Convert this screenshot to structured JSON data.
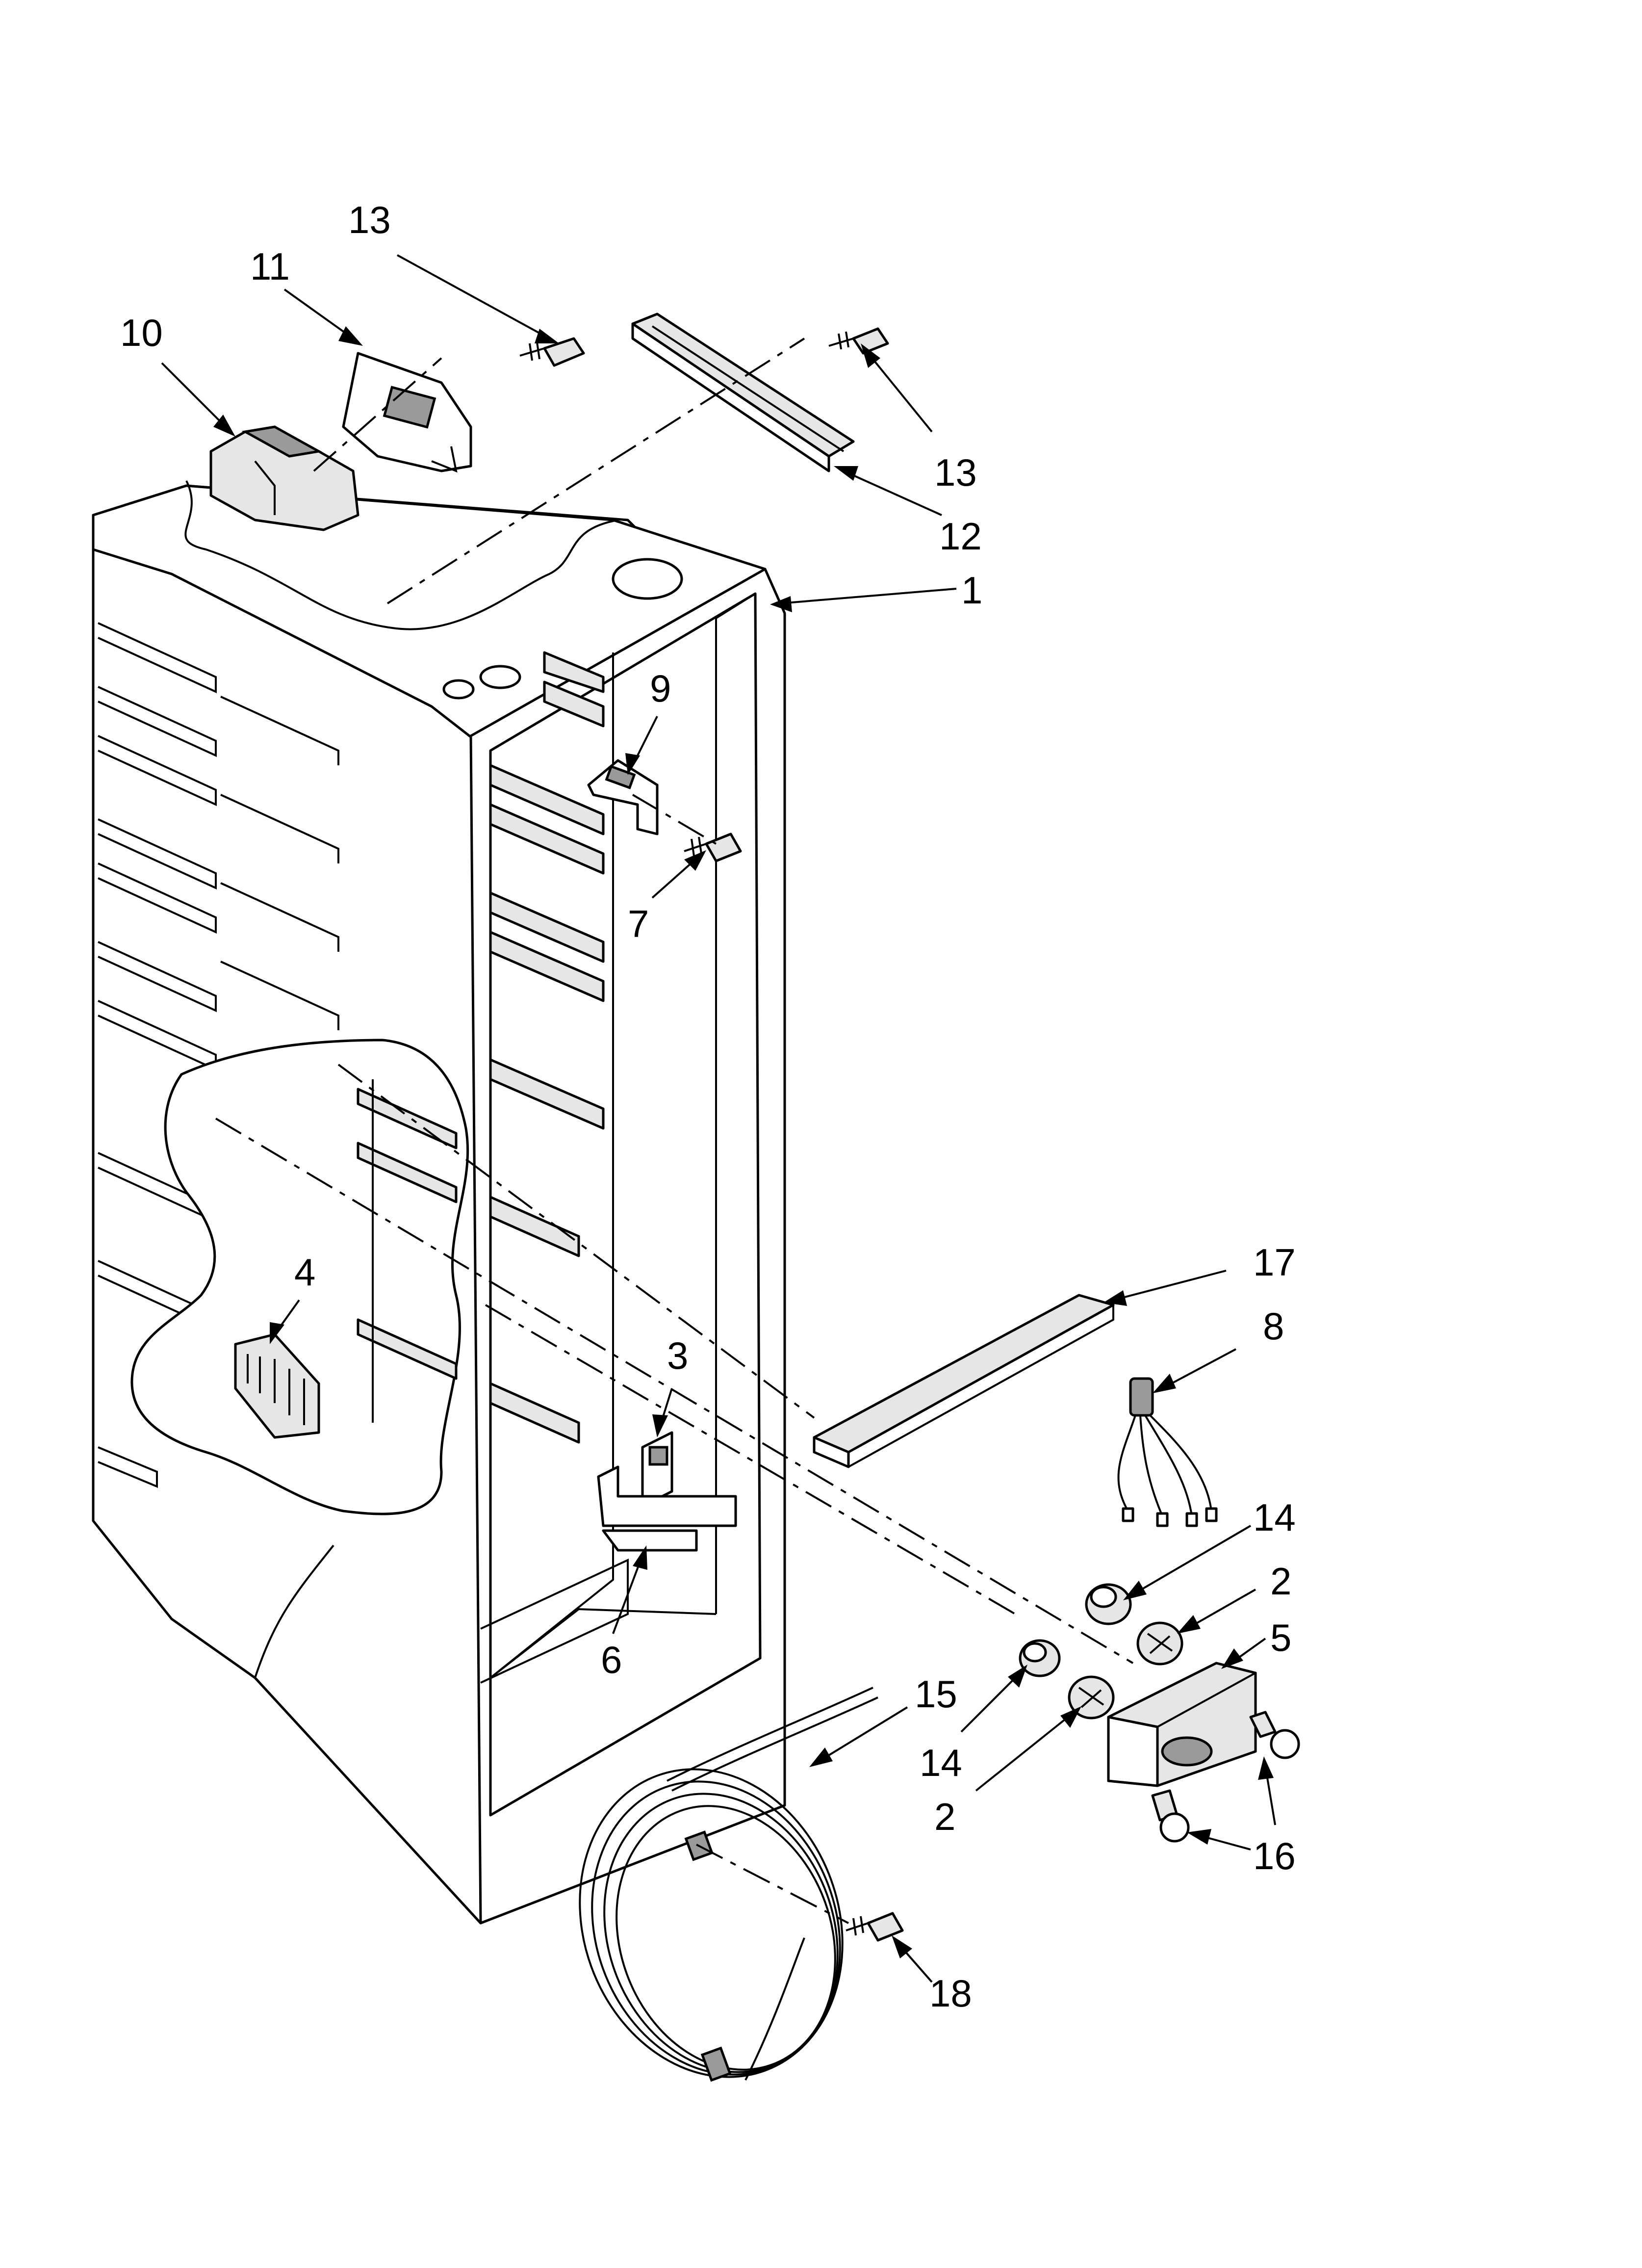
{
  "callouts": [
    {
      "id": "c13a",
      "text": "13"
    },
    {
      "id": "c11",
      "text": "11"
    },
    {
      "id": "c10",
      "text": "10"
    },
    {
      "id": "c13b",
      "text": "13"
    },
    {
      "id": "c12",
      "text": "12"
    },
    {
      "id": "c1",
      "text": "1"
    },
    {
      "id": "c9",
      "text": "9"
    },
    {
      "id": "c7",
      "text": "7"
    },
    {
      "id": "c4",
      "text": "4"
    },
    {
      "id": "c3",
      "text": "3"
    },
    {
      "id": "c17",
      "text": "17"
    },
    {
      "id": "c8",
      "text": "8"
    },
    {
      "id": "c14a",
      "text": "14"
    },
    {
      "id": "c2a",
      "text": "2"
    },
    {
      "id": "c5",
      "text": "5"
    },
    {
      "id": "c6",
      "text": "6"
    },
    {
      "id": "c15",
      "text": "15"
    },
    {
      "id": "c14b",
      "text": "14"
    },
    {
      "id": "c2b",
      "text": "2"
    },
    {
      "id": "c16",
      "text": "16"
    },
    {
      "id": "c18",
      "text": "18"
    }
  ]
}
